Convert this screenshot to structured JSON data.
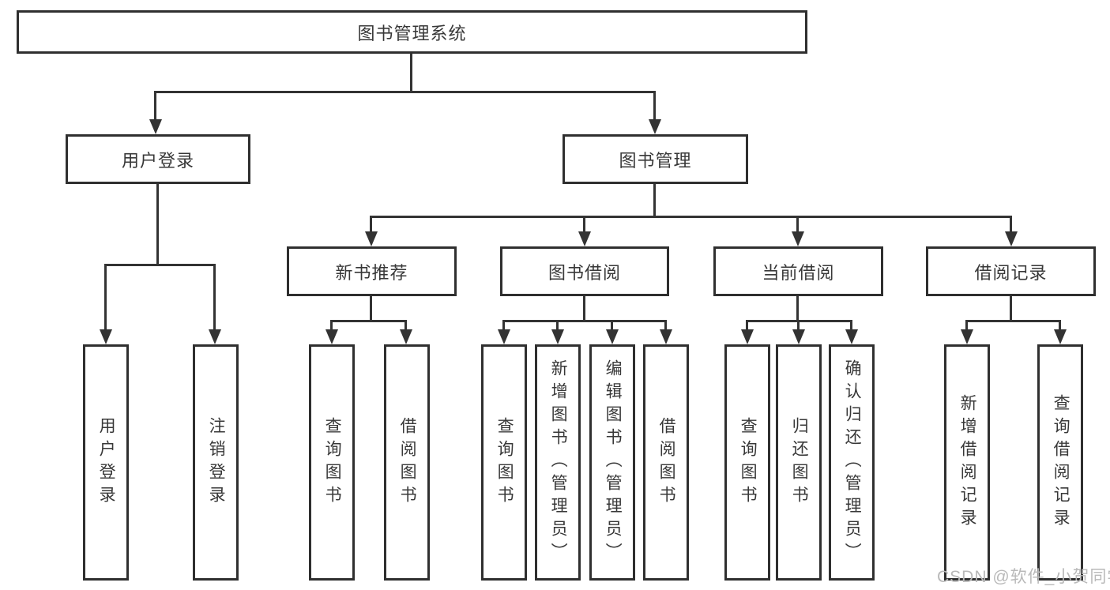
{
  "diagram": {
    "root": {
      "label": "图书管理系统"
    },
    "branches": [
      {
        "label": "用户登录",
        "leaves": [
          {
            "label": "用户登录"
          },
          {
            "label": "注销登录"
          }
        ]
      },
      {
        "label": "图书管理",
        "groups": [
          {
            "label": "新书推荐",
            "leaves": [
              {
                "label": "查询图书"
              },
              {
                "label": "借阅图书"
              }
            ]
          },
          {
            "label": "图书借阅",
            "leaves": [
              {
                "label": "查询图书"
              },
              {
                "label": "新增图书（管理员）"
              },
              {
                "label": "编辑图书（管理员）"
              },
              {
                "label": "借阅图书"
              }
            ]
          },
          {
            "label": "当前借阅",
            "leaves": [
              {
                "label": "查询图书"
              },
              {
                "label": "归还图书"
              },
              {
                "label": "确认归还（管理员）"
              }
            ]
          },
          {
            "label": "借阅记录",
            "leaves": [
              {
                "label": "新增借阅记录"
              },
              {
                "label": "查询借阅记录"
              }
            ]
          }
        ]
      }
    ]
  },
  "watermark": {
    "text": "CSDN @软件_小贺同学"
  },
  "colors": {
    "line": "#333333",
    "border": "#2f2f2f",
    "text": "#383838",
    "background": "#ffffff",
    "watermark": "#b9b9b9"
  }
}
